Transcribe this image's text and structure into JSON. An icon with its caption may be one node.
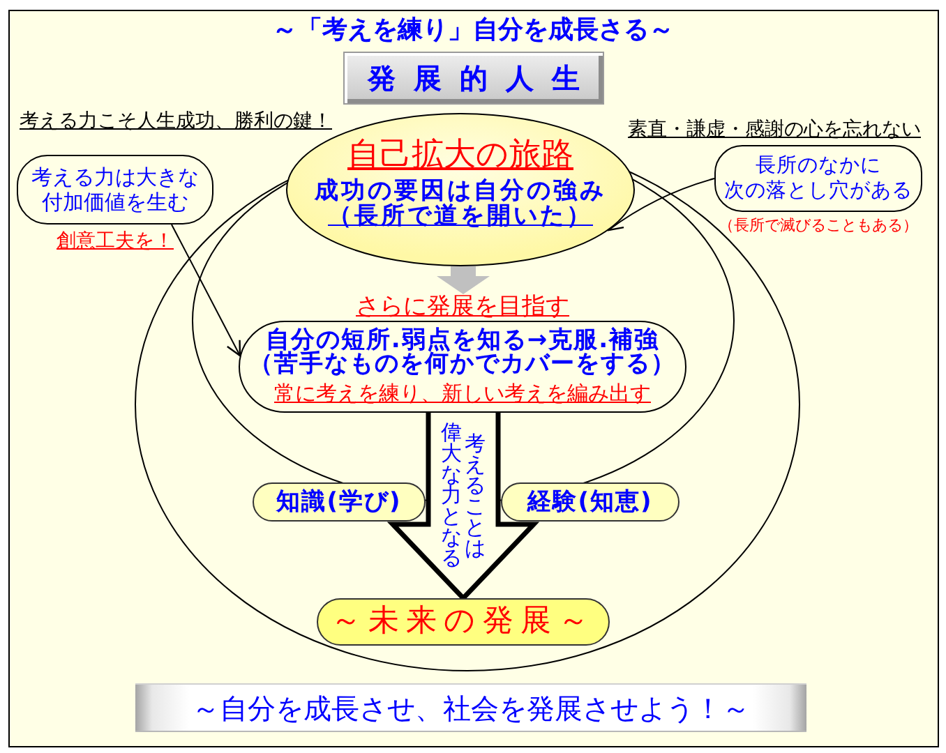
{
  "diagram": {
    "title": "～「考えを練り」自分を成長さる～",
    "nodes": [
      {
        "text": [
          "発展的人生"
        ]
      },
      {
        "text": [
          "考える力は大きな付加価値を生む"
        ],
        "beside": [
          "創意工夫を！"
        ]
      },
      {
        "text": [
          "自己拡大の旅路",
          "成功の要因は自分の強み（長所で道を開いた）"
        ]
      },
      {
        "text": [
          "長所のなかに次の落とし穴がある"
        ],
        "beside": [
          "（長所で滅びることもある）"
        ]
      },
      {
        "text": [
          "さらに発展を目指す",
          "自分の短所.弱点を知る→克服.補強（苦手なものを何かでカバーをする）",
          "常に考えを練り、新しい考えを編み出す"
        ]
      },
      {
        "text": [
          "知識(学び)"
        ]
      },
      {
        "text": [
          "経験(知恵)"
        ]
      },
      {
        "text": [
          "～未来の発展～"
        ]
      },
      {
        "text": [
          "～自分を成長させ、社会を発展させよう！～"
        ]
      }
    ],
    "edges": [
      {
        "from": 2,
        "to": 4,
        "arrow": "to",
        "style": "thick",
        "color": "#c0c0c0"
      },
      {
        "from": 4,
        "to": 7,
        "arrow": "to",
        "style": "thick",
        "label": "考えることは偉大な力となる"
      },
      {
        "from": 1,
        "to": 4,
        "arrow": "to"
      },
      {
        "from": 3,
        "to": 2,
        "arrow": "to"
      }
    ],
    "labels": [
      "考える力こそ人生成功、勝利の鍵！",
      "素直・謙虚・感謝の心を忘れない"
    ]
  }
}
